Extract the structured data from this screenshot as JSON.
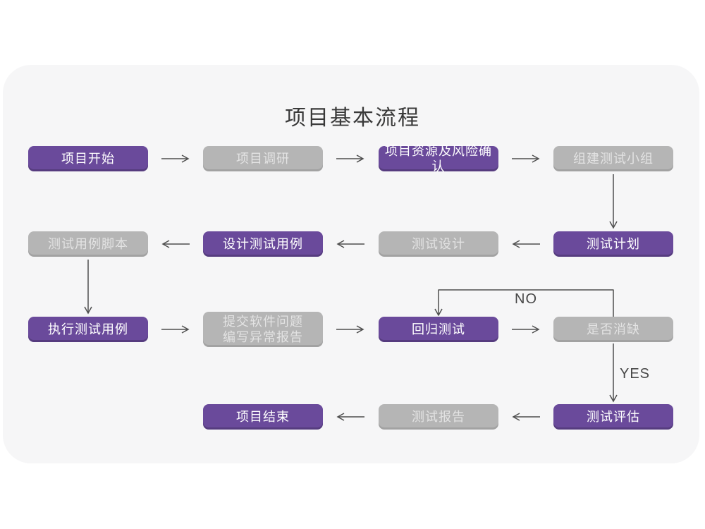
{
  "title": "项目基本流程",
  "colors": {
    "purple": "#6a4a9b",
    "gray": "#b5b5b5",
    "card_background": "#f6f6f7",
    "page_background": "#ffffff",
    "arrow": "#4f4f4f",
    "text_on_purple": "#ffffff",
    "text_on_gray": "#e3e3e3",
    "title_text": "#3a3a3a"
  },
  "nodes": [
    {
      "label": "项目开始",
      "variant": "purple"
    },
    {
      "label": "项目调研",
      "variant": "gray"
    },
    {
      "label": "项目资源及风险确认",
      "variant": "purple"
    },
    {
      "label": "组建测试小组",
      "variant": "gray"
    },
    {
      "label": "测试计划",
      "variant": "purple"
    },
    {
      "label": "测试设计",
      "variant": "gray"
    },
    {
      "label": "设计测试用例",
      "variant": "purple"
    },
    {
      "label": "测试用例脚本",
      "variant": "gray"
    },
    {
      "label": "执行测试用例",
      "variant": "purple"
    },
    {
      "label_line1": "提交软件问题",
      "label_line2": "编写异常报告",
      "variant": "gray"
    },
    {
      "label": "回归测试",
      "variant": "purple"
    },
    {
      "label": "是否消缺",
      "variant": "gray"
    },
    {
      "label": "测试评估",
      "variant": "purple"
    },
    {
      "label": "测试报告",
      "variant": "gray"
    },
    {
      "label": "项目结束",
      "variant": "purple"
    }
  ],
  "edge_labels": {
    "no": "NO",
    "yes": "YES"
  }
}
